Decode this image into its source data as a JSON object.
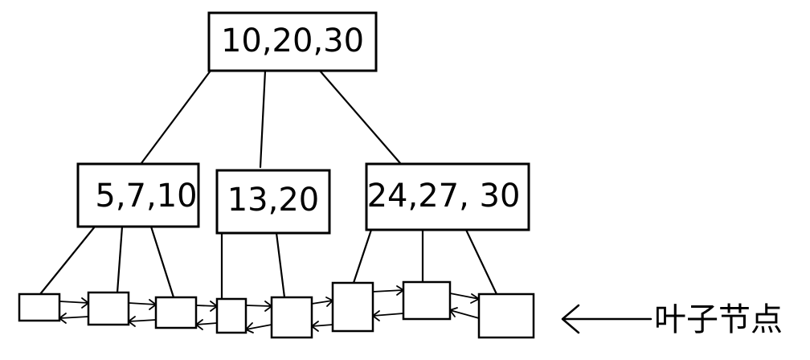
{
  "root": {
    "keys": "10,20,30"
  },
  "internal_nodes": [
    {
      "keys": "5,7,10"
    },
    {
      "keys": "13,20"
    },
    {
      "keys": "24,27, 30"
    }
  ],
  "leaf_label": "叶子节点",
  "colors": {
    "stroke": "#000000",
    "background": "#ffffff"
  }
}
